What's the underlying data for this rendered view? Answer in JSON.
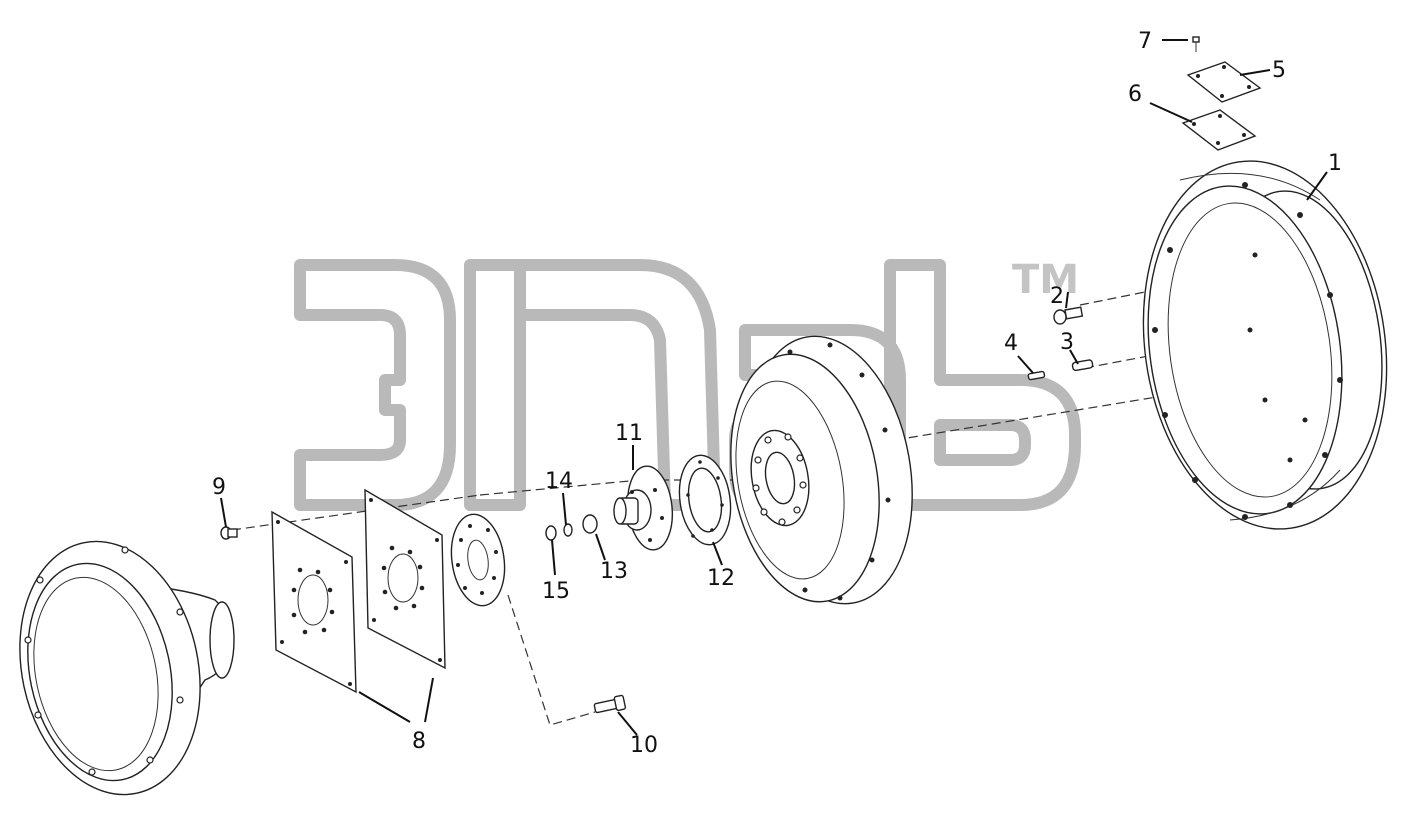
{
  "diagram": {
    "watermark_text": "ТМ",
    "callouts": [
      {
        "id": "1",
        "label": "1"
      },
      {
        "id": "2",
        "label": "2"
      },
      {
        "id": "3",
        "label": "3"
      },
      {
        "id": "4",
        "label": "4"
      },
      {
        "id": "5",
        "label": "5"
      },
      {
        "id": "6",
        "label": "6"
      },
      {
        "id": "7",
        "label": "7"
      },
      {
        "id": "8",
        "label": "8"
      },
      {
        "id": "9",
        "label": "9"
      },
      {
        "id": "10",
        "label": "10"
      },
      {
        "id": "11",
        "label": "11"
      },
      {
        "id": "12",
        "label": "12"
      },
      {
        "id": "13",
        "label": "13"
      },
      {
        "id": "14",
        "label": "14"
      },
      {
        "id": "15",
        "label": "15"
      }
    ]
  }
}
